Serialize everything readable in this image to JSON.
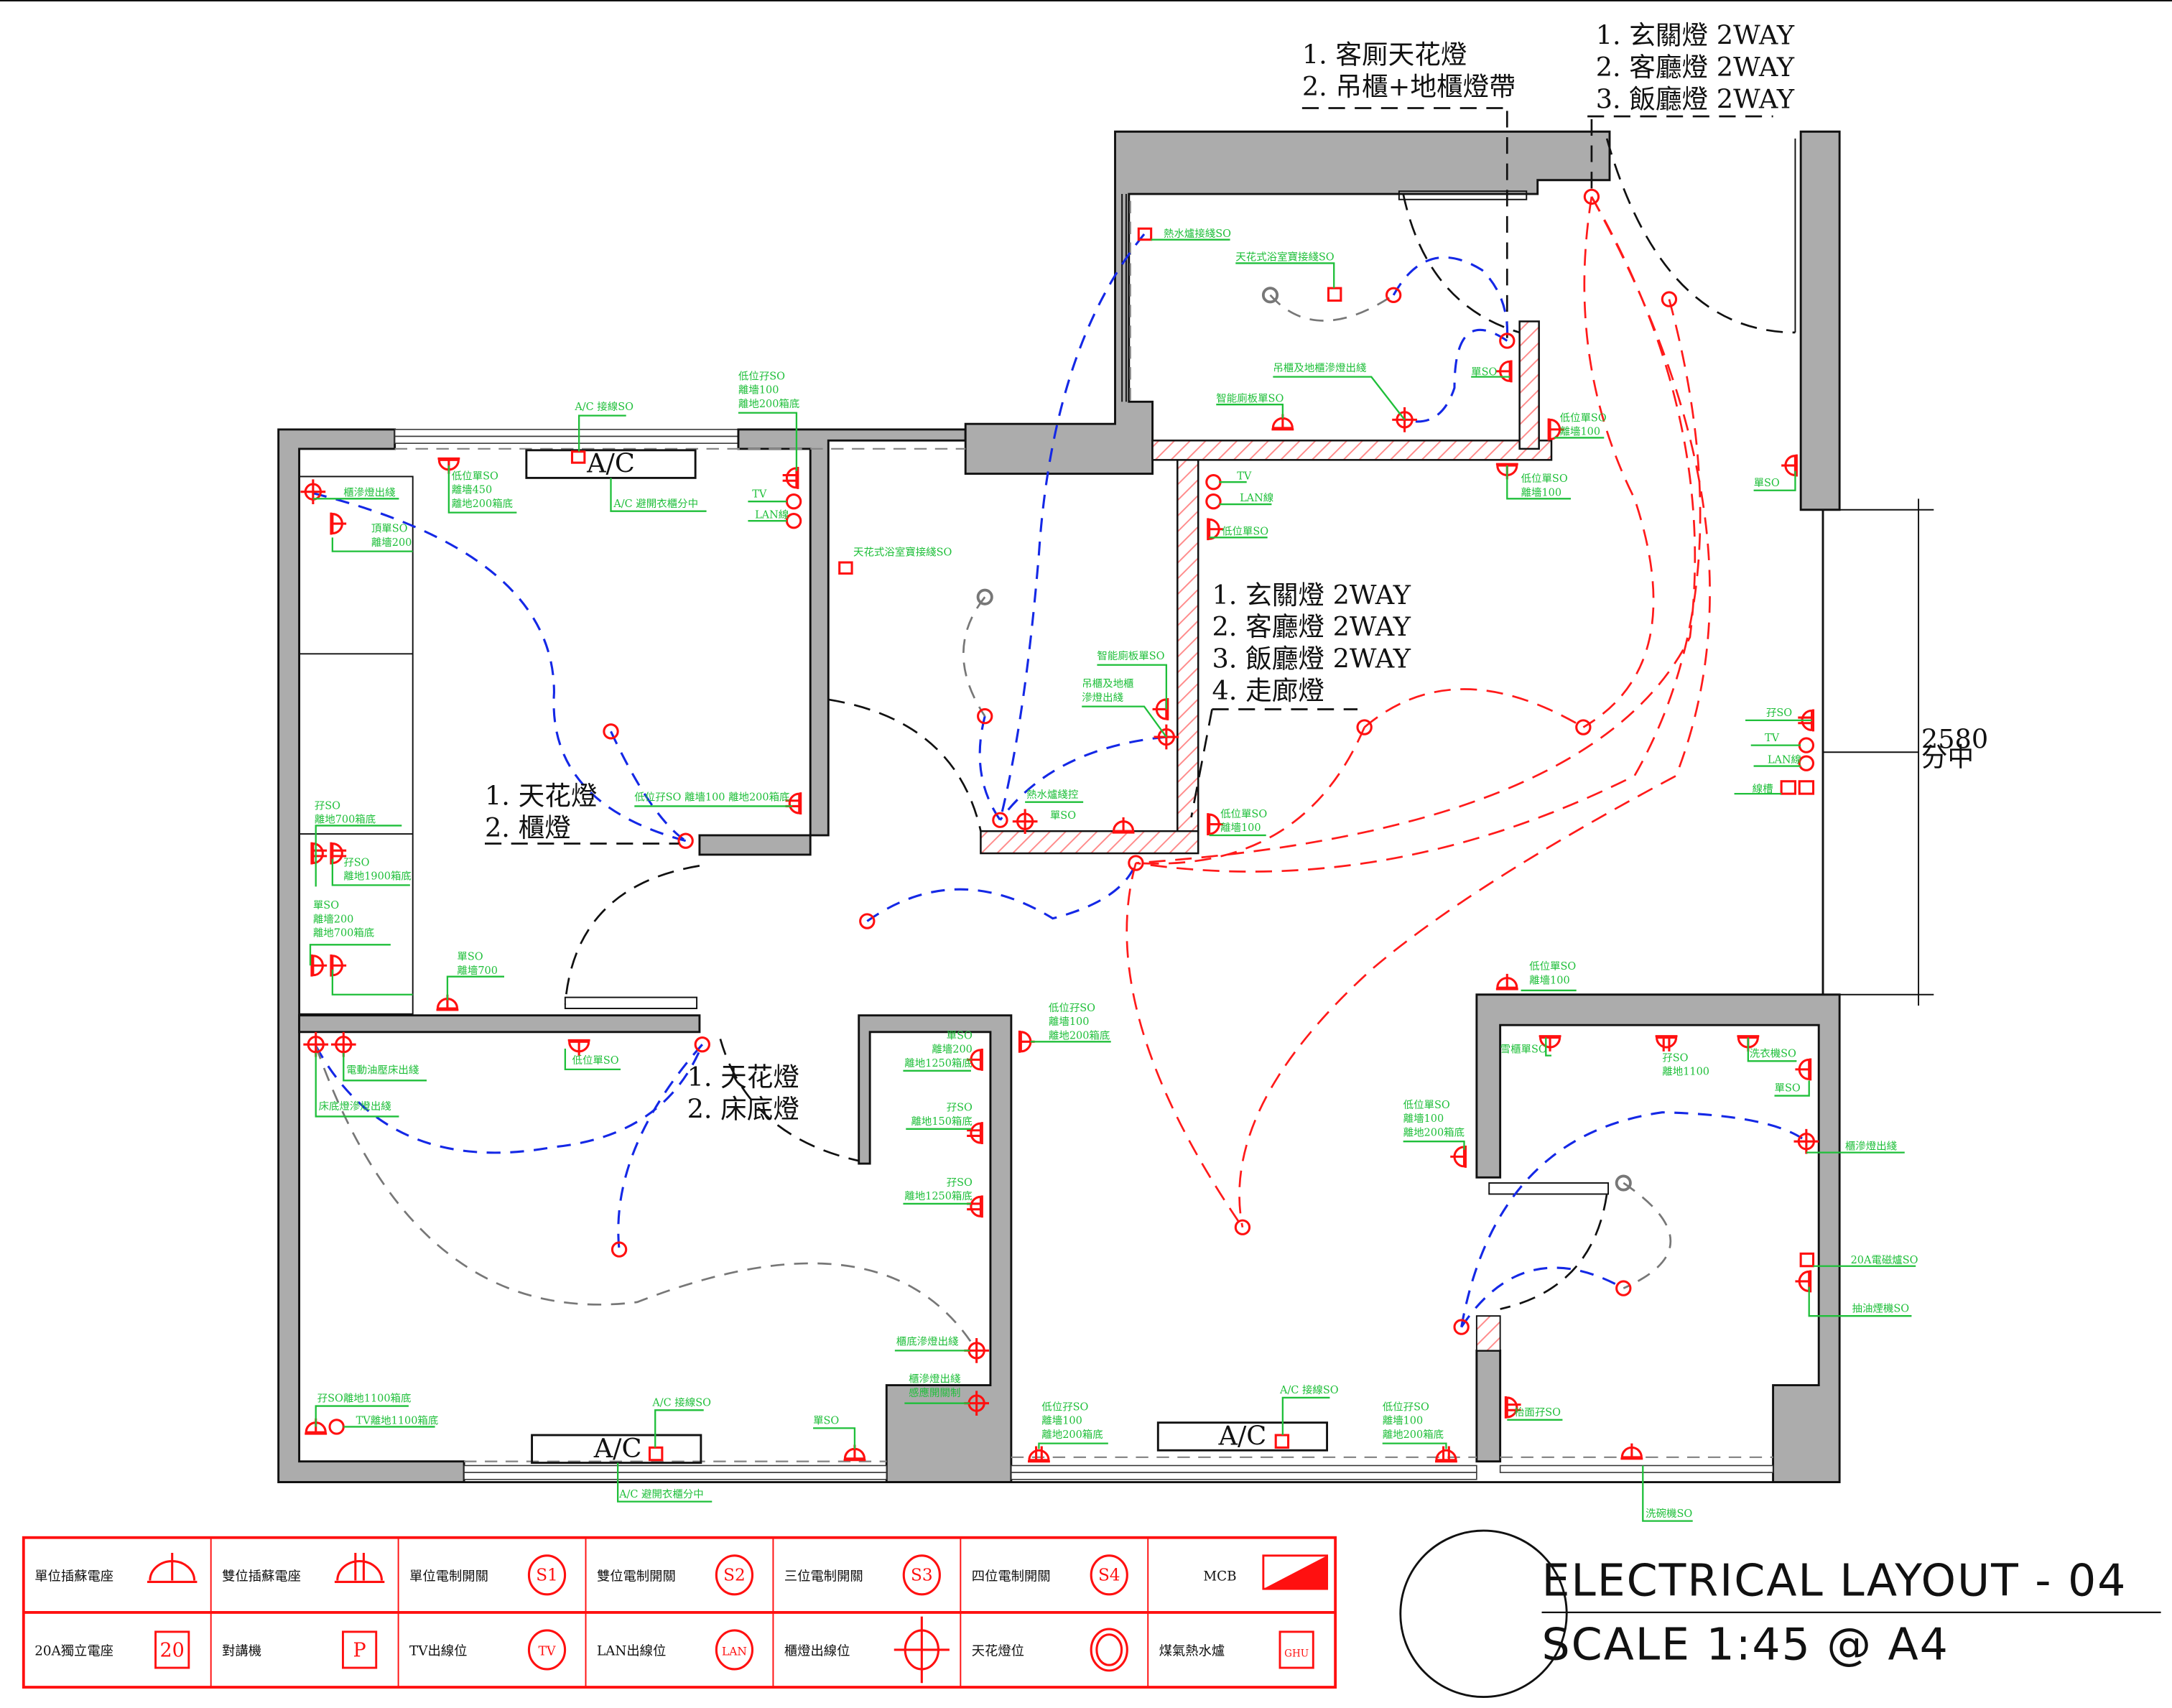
{
  "title": {
    "main": "ELECTRICAL LAYOUT - 04",
    "scale": "SCALE 1:45 @ A4"
  },
  "annotations": {
    "guest_wc": [
      "1. 客厠天花燈",
      "2. 吊櫃+地櫃燈帶"
    ],
    "entry_top": [
      "1. 玄關燈  2WAY",
      "2. 客廳燈  2WAY",
      "3. 飯廳燈  2WAY"
    ],
    "entry_mid": [
      "1. 玄關燈  2WAY",
      "2. 客廳燈  2WAY",
      "3. 飯廳燈  2WAY",
      "4. 走廊燈"
    ],
    "room1": [
      "1. 天花燈",
      "2. 櫃燈"
    ],
    "master": [
      "1. 天花燈",
      "2. 床底燈"
    ],
    "ac": "A/C",
    "dimension": [
      "2580",
      "分中"
    ]
  },
  "labels": {
    "ac_wire_1": [
      "A/C 接線SO"
    ],
    "low_single_450": [
      "低位單SO",
      "離墻450",
      "離地200箱底"
    ],
    "ac_wardrobe_1": [
      "A/C 避開衣櫃分中"
    ],
    "low_double_top": [
      "低位孖SO",
      "離墻100",
      "離地200箱底"
    ],
    "tv_1": [
      "TV"
    ],
    "lan_1": [
      "LAN線"
    ],
    "cab_light_1": [
      "櫃滲燈出綫"
    ],
    "top_single": [
      "頂單SO",
      "離墻200"
    ],
    "bath_fan_1": [
      "天花式浴室寶接綫SO"
    ],
    "double_700": [
      "孖SO",
      "離地700箱底"
    ],
    "double_1900": [
      "孖SO",
      "離地1900箱底"
    ],
    "single_200_700": [
      "單SO",
      "離墻200",
      "離地700箱底"
    ],
    "single_700": [
      "單SO",
      "離墻700"
    ],
    "low_double_line": [
      "低位孖SO  離墻100  離地200箱底"
    ],
    "water_heater": [
      "熱水爐接綫SO"
    ],
    "bath_fan_2": [
      "天花式浴室寶接綫SO"
    ],
    "cab_floor_light": [
      "吊櫃及地櫃滲燈出綫"
    ],
    "smart_toilet_1": [
      "智能廁板單SO"
    ],
    "single_bath": [
      "單SO"
    ],
    "low_single_100a": [
      "低位單SO",
      "離墻100"
    ],
    "low_single_100b": [
      "低位單SO",
      "離墻100"
    ],
    "tv_2": [
      "TV"
    ],
    "lan_2": [
      "LAN線"
    ],
    "low_single_so": [
      "低位單SO"
    ],
    "single_right": [
      "單SO"
    ],
    "smart_toilet_2": [
      "智能廁板單SO"
    ],
    "cab_floor_light_2": [
      "吊櫃及地櫃",
      "滲燈出綫"
    ],
    "heater_ctrl": [
      "熱水爐綫控"
    ],
    "single_bath2": [
      "單SO"
    ],
    "low_single_100c": [
      "低位單SO",
      "離墻100"
    ],
    "double_right": [
      "孖SO"
    ],
    "tv_3": [
      "TV"
    ],
    "lan_3": [
      "LAN線"
    ],
    "trunking": [
      "線槽"
    ],
    "low_single_100d": [
      "低位單SO",
      "離墻100"
    ],
    "low_double_living": [
      "低位孖SO",
      "離墻100",
      "離地200箱底"
    ],
    "low_single_bed": [
      "低位單SO"
    ],
    "hydraulic_bed": [
      "電動油壓床出綫"
    ],
    "bed_light": [
      "床底燈滲燈出綫"
    ],
    "single_1250": [
      "單SO",
      "離墻200",
      "離地1250箱底"
    ],
    "double_150": [
      "孖SO",
      "離地150箱底"
    ],
    "double_1250": [
      "孖SO",
      "離地1250箱底"
    ],
    "cab_bottom_light": [
      "櫃底滲燈出綫"
    ],
    "cab_sensor": [
      "櫃滲燈出綫",
      "感應開關制"
    ],
    "double_1100": [
      "孖SO離地1100箱底"
    ],
    "tv_1100": [
      "TV離地1100箱底"
    ],
    "ac_wire_2": [
      "A/C 接線SO"
    ],
    "single_bed2": [
      "單SO"
    ],
    "ac_wardrobe_2": [
      "A/C 避開衣櫃分中"
    ],
    "low_double_b1": [
      "低位孖SO",
      "離墻100",
      "離地200箱底"
    ],
    "ac_wire_3": [
      "A/C 接線SO"
    ],
    "low_double_b2": [
      "低位孖SO",
      "離墻100",
      "離地200箱底"
    ],
    "low_single_kitchen": [
      "低位單SO",
      "離墻100",
      "離地200箱底"
    ],
    "fridge": [
      "雪櫃單SO"
    ],
    "double_1100k": [
      "孖SO",
      "離地1100"
    ],
    "washer": [
      "洗衣機SO"
    ],
    "single_kitchen": [
      "單SO"
    ],
    "cab_light_k": [
      "櫃滲燈出綫"
    ],
    "induction": [
      "20A電磁爐SO"
    ],
    "hood": [
      "抽油煙機SO"
    ],
    "counter_double": [
      "枱面孖SO"
    ],
    "dishwasher": [
      "洗碗機SO"
    ]
  },
  "legend": {
    "items": [
      {
        "label": "單位插蘇電座",
        "symbol": "single-socket"
      },
      {
        "label": "雙位插蘇電座",
        "symbol": "double-socket"
      },
      {
        "label": "單位電制開關",
        "symbol": "S1"
      },
      {
        "label": "雙位電制開關",
        "symbol": "S2"
      },
      {
        "label": "三位電制開關",
        "symbol": "S3"
      },
      {
        "label": "四位電制開關",
        "symbol": "S4"
      },
      {
        "label": "MCB",
        "symbol": "mcb"
      },
      {
        "label": "20A獨立電座",
        "symbol": "20"
      },
      {
        "label": "對講機",
        "symbol": "P"
      },
      {
        "label": "TV出線位",
        "symbol": "TV"
      },
      {
        "label": "LAN出線位",
        "symbol": "LAN"
      },
      {
        "label": "櫃燈出線位",
        "symbol": "cabinet-light"
      },
      {
        "label": "天花燈位",
        "symbol": "ceiling-light"
      },
      {
        "label": "煤氣熱水爐",
        "symbol": "GHU"
      }
    ]
  },
  "colors": {
    "wall": "#acacac",
    "label": "#1fbf3a",
    "symbol": "#ff1010",
    "lighting_circuit": "#1428e6",
    "switch_circuit": "#ff1a1a"
  }
}
